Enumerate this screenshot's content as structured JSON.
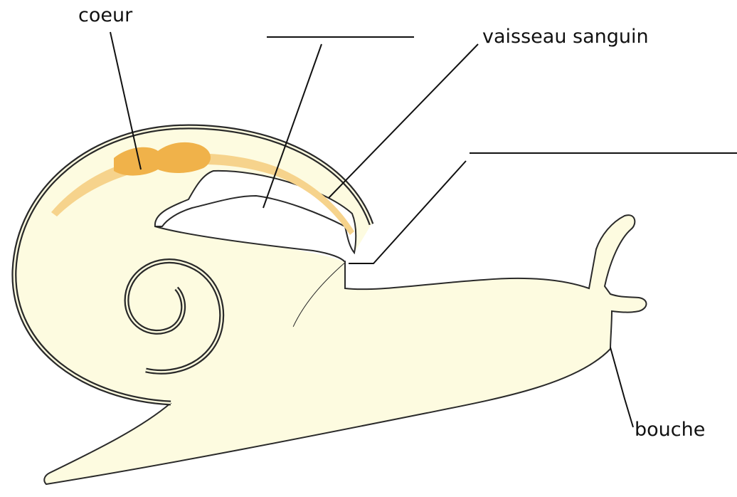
{
  "labels": {
    "coeur": "coeur",
    "vaisseau": "vaisseau sanguin",
    "bouche": "bouche"
  },
  "colors": {
    "body_fill": "#fdfbe0",
    "heart": "#f0b24a",
    "outline": "#2a2a2a",
    "leader": "#111111"
  }
}
